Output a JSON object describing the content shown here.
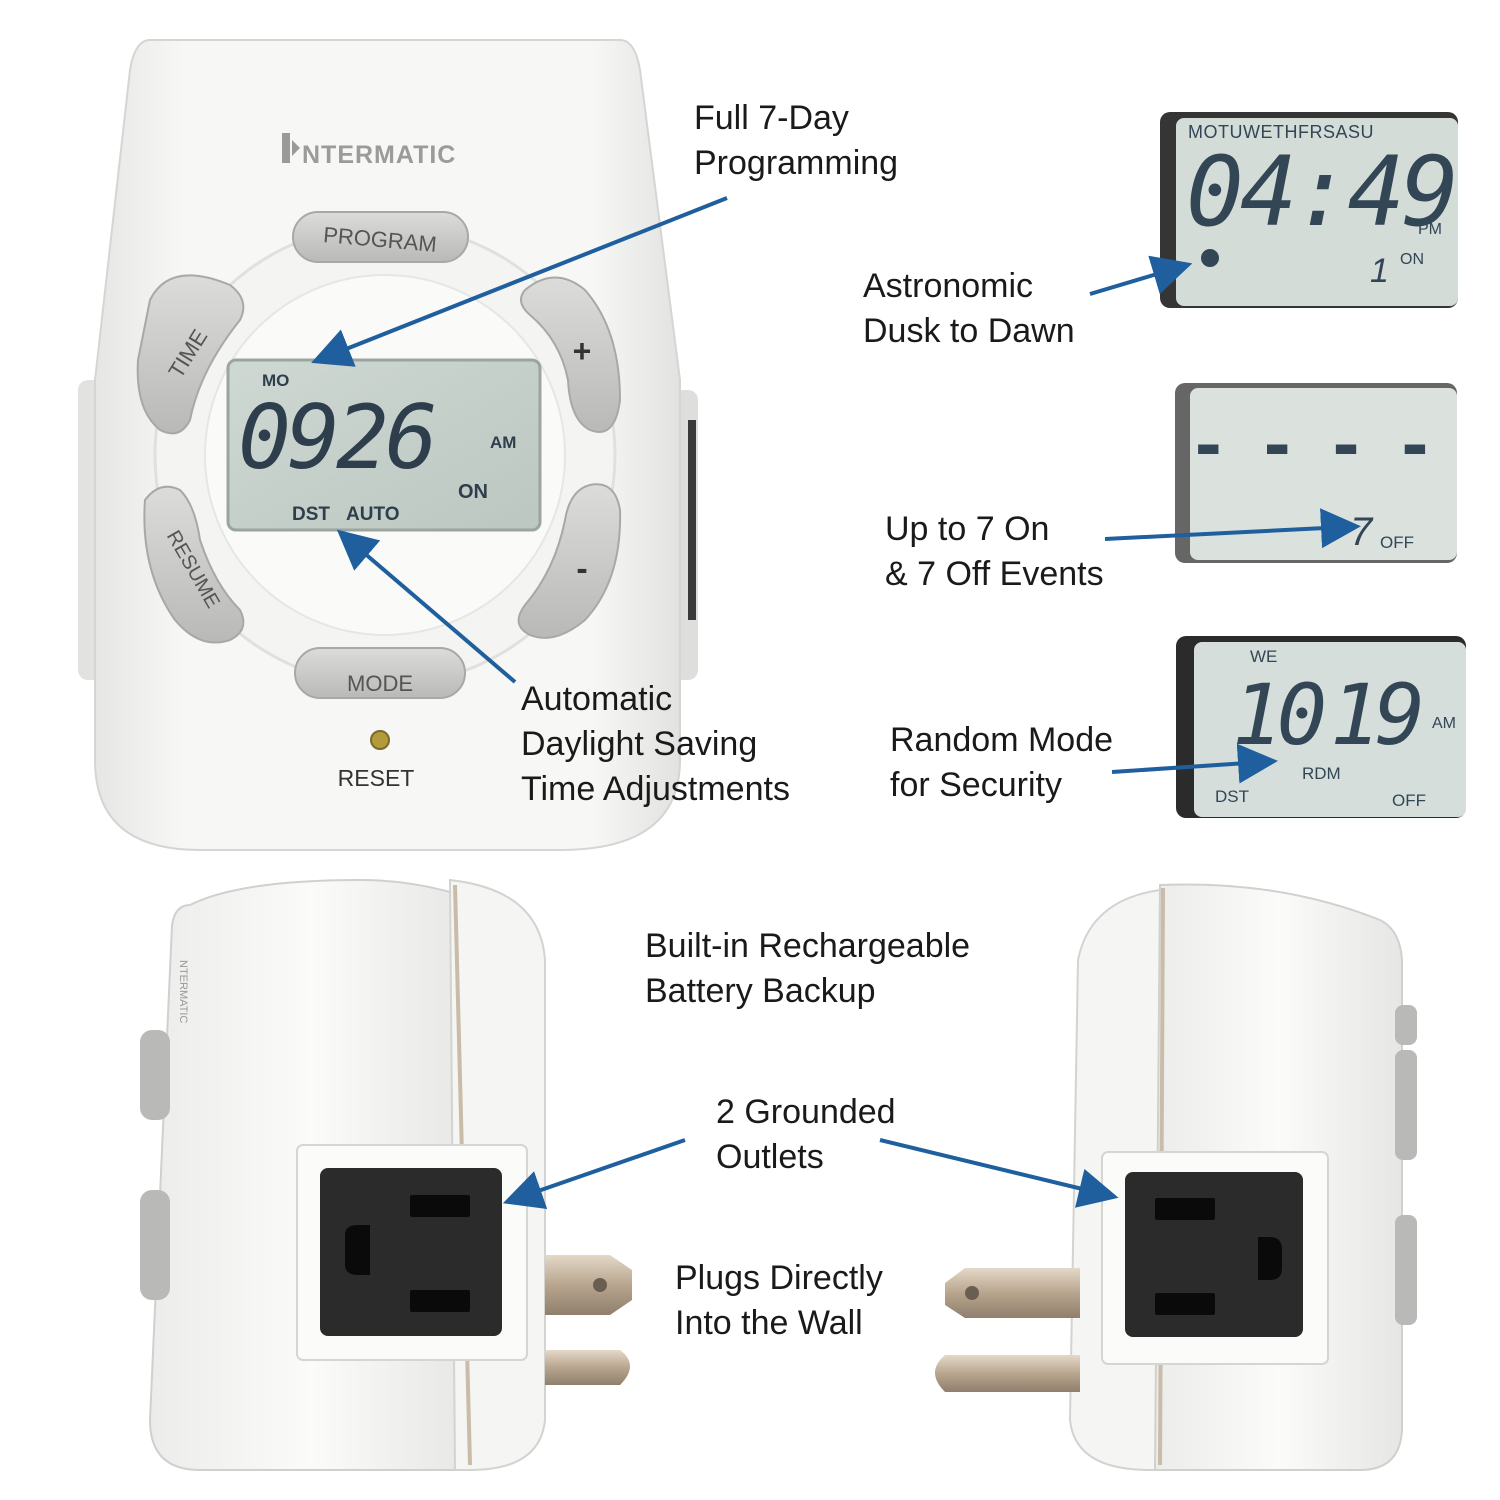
{
  "brand": {
    "logo_text": "NTERMATIC"
  },
  "front_device": {
    "buttons": {
      "program": "PROGRAM",
      "time": "TIME",
      "plus": "+",
      "resume": "RESUME",
      "minus": "-",
      "mode": "MODE"
    },
    "lcd": {
      "day": "MO",
      "time": "0926",
      "ampm": "AM",
      "state": "ON",
      "dst": "DST",
      "auto": "AUTO"
    },
    "reset_label": "RESET"
  },
  "displays": {
    "astronomic": {
      "days": "MOTUWETHFRSASU",
      "time": "04:49",
      "ampm": "PM",
      "event": "1",
      "state": "ON"
    },
    "events": {
      "time": "- - - -",
      "event": "7",
      "state": "OFF"
    },
    "random": {
      "day": "WE",
      "hour": "10",
      "minute": "19",
      "ampm": "AM",
      "mode": "RDM",
      "dst": "DST",
      "state": "OFF"
    }
  },
  "callouts": {
    "programming": [
      "Full 7-Day",
      "Programming"
    ],
    "astronomic": [
      "Astronomic",
      "Dusk to Dawn"
    ],
    "events": [
      "Up to 7 On",
      "& 7 Off Events"
    ],
    "random": [
      "Random Mode",
      "for Security"
    ],
    "dst": [
      "Automatic",
      "Daylight Saving",
      "Time Adjustments"
    ],
    "battery": [
      "Built-in Rechargeable",
      "Battery Backup"
    ],
    "outlets": [
      "2 Grounded",
      "Outlets"
    ],
    "plugs": [
      "Plugs Directly",
      "Into the Wall"
    ]
  },
  "colors": {
    "arrow": "#1f5f9e",
    "lcd_bg": "#c8d2cc",
    "lcd_digit": "#2f3e4c",
    "body": "#f3f3f1",
    "button": "#c9c9c7",
    "outlet": "#2b2b2b"
  }
}
